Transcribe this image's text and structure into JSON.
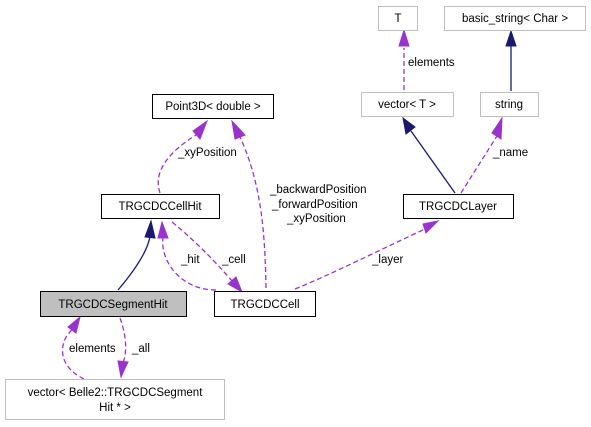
{
  "colors": {
    "inheritance_edge": "#191970",
    "usage_edge": "#9a32cd",
    "selected_node_fill": "#bfbfbf",
    "faded_node_border": "#bfbfbf"
  },
  "nodes": {
    "t": "T",
    "basic_string": "basic_string< Char >",
    "vector_t": "vector< T >",
    "string": "string",
    "point3d": "Point3D< double >",
    "cell_hit": "TRGCDCCellHit",
    "layer": "TRGCDCLayer",
    "segment_hit": "TRGCDCSegmentHit",
    "cell": "TRGCDCCell",
    "vector_seg_line1": "vector< Belle2::TRGCDCSegment",
    "vector_seg_line2": "Hit * >"
  },
  "edge_labels": {
    "elements_t": "elements",
    "name": "_name",
    "xy_position": "_xyPosition",
    "cell_positions_line1": "_backwardPosition",
    "cell_positions_line2": "_forwardPosition",
    "cell_positions_line3": "_xyPosition",
    "hit": "_hit",
    "cell": "_cell",
    "layer": "_layer",
    "elements_seg": "elements",
    "all": "_all"
  }
}
